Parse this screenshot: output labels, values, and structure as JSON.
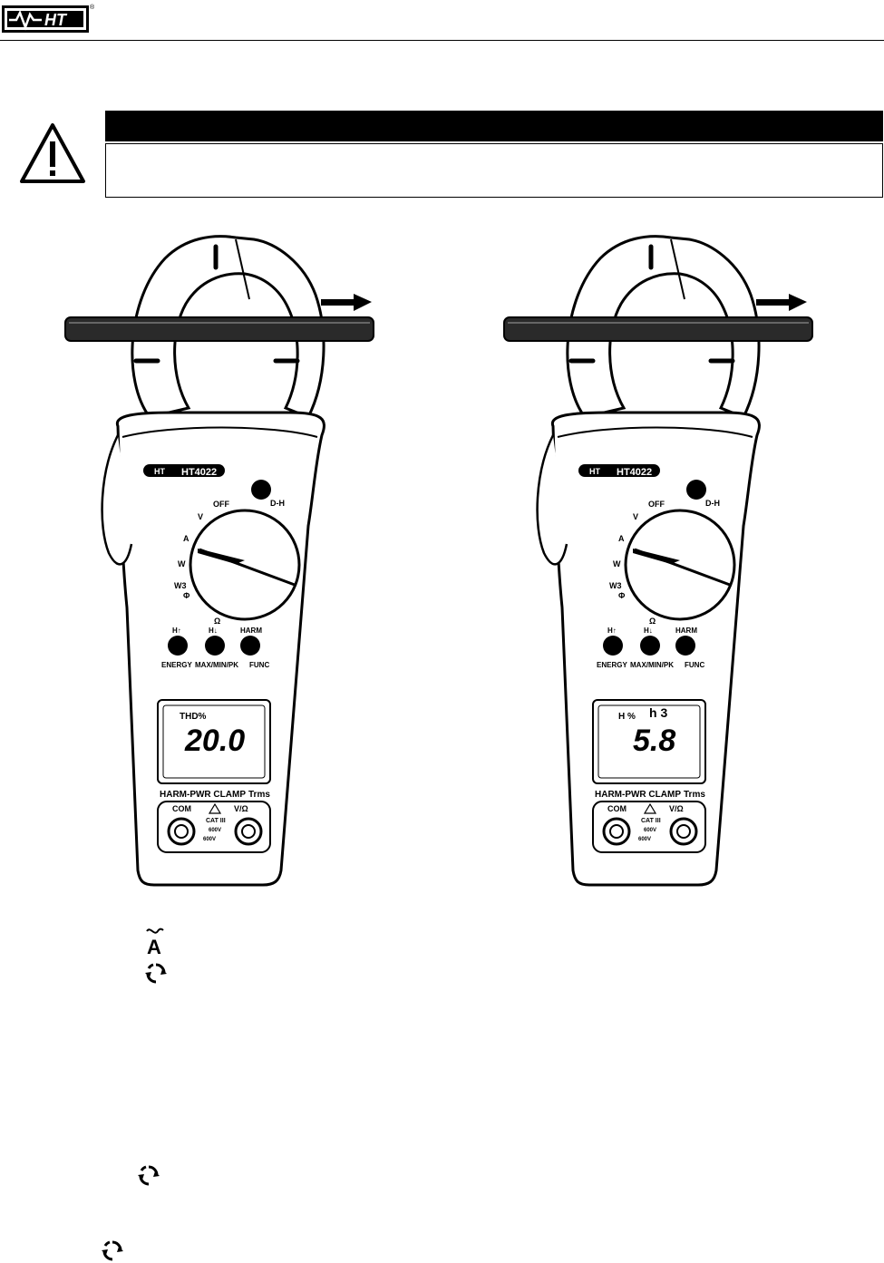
{
  "header": {
    "logo_text": "HT",
    "registered_mark": "®"
  },
  "meters": [
    {
      "brand": "HT",
      "model": "HT4022",
      "backlight_label": "D-H",
      "dial_labels": {
        "off": "OFF",
        "v": "V",
        "a": "A",
        "w": "W",
        "w3": "W3",
        "phi": "Φ",
        "ohm": "Ω"
      },
      "buttons": [
        {
          "top": "H↑",
          "bottom": "ENERGY"
        },
        {
          "top": "H↓",
          "bottom": "MAX/MIN/PK"
        },
        {
          "top": "HARM",
          "bottom": "FUNC"
        }
      ],
      "display": {
        "label": "THD%",
        "harmonic": "",
        "value": "20.0"
      },
      "footer_title": "HARM-PWR CLAMP",
      "trms": "Trms",
      "terminals": {
        "com": "COM",
        "vohm": "V/Ω",
        "cat": "CAT III",
        "rating_a": "600V",
        "rating_b": "600V"
      }
    },
    {
      "brand": "HT",
      "model": "HT4022",
      "backlight_label": "D-H",
      "dial_labels": {
        "off": "OFF",
        "v": "V",
        "a": "A",
        "w": "W",
        "w3": "W3",
        "phi": "Φ",
        "ohm": "Ω"
      },
      "buttons": [
        {
          "top": "H↑",
          "bottom": "ENERGY"
        },
        {
          "top": "H↓",
          "bottom": "MAX/MIN/PK"
        },
        {
          "top": "HARM",
          "bottom": "FUNC"
        }
      ],
      "display": {
        "label": "H %",
        "harmonic": "h 3",
        "value": "5.8"
      },
      "footer_title": "HARM-PWR CLAMP",
      "trms": "Trms",
      "terminals": {
        "com": "COM",
        "vohm": "V/Ω",
        "cat": "CAT III",
        "rating_a": "600V",
        "rating_b": "600V"
      }
    }
  ],
  "inline_symbols": [
    {
      "name": "ac-current-symbol",
      "text": "A"
    },
    {
      "name": "func-cycle-symbol",
      "text": ""
    },
    {
      "name": "func-cycle-symbol",
      "text": ""
    },
    {
      "name": "func-cycle-symbol",
      "text": ""
    }
  ]
}
